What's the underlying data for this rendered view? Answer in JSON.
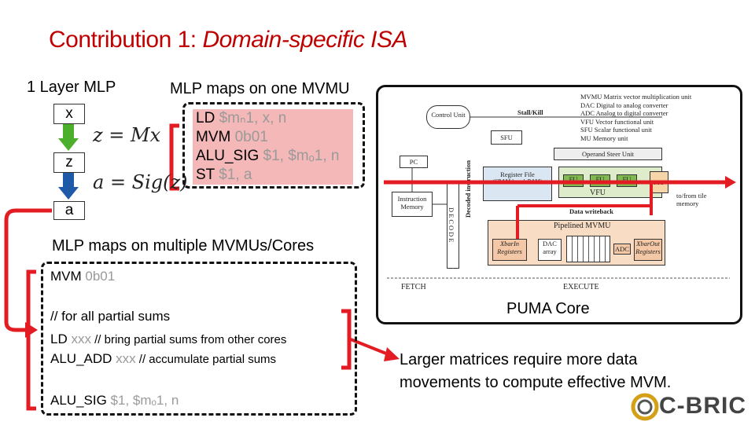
{
  "slide": {
    "title_prefix": "Contribution 1: ",
    "title_italic": "Domain-specific ISA"
  },
  "mlp": {
    "heading": "1 Layer MLP",
    "node_x": "x",
    "node_z": "z",
    "node_a": "a",
    "eq1": "z = Mx",
    "eq2": "a = Sig(z)"
  },
  "one_mvmu": {
    "heading": "MLP maps on one MVMU",
    "lines": [
      {
        "op": "LD ",
        "args": "$mₙ1, x, n"
      },
      {
        "op": "MVM ",
        "args": "0b01"
      },
      {
        "op": "ALU_SIG ",
        "args": "$1, $mₒ1, n"
      },
      {
        "op": "ST ",
        "args": "$1, a"
      }
    ]
  },
  "multi": {
    "heading": "MLP maps on multiple MVMUs/Cores",
    "l1_op": "MVM ",
    "l1_arg": "0b01",
    "comment": "// for all partial sums",
    "l3_op": "LD ",
    "l3_arg": "xxx",
    "l3_comment": " // bring partial sums from other cores",
    "l4_op": "ALU_ADD ",
    "l4_arg": "xxx",
    "l4_comment": " // accumulate partial sums",
    "l5_op": "ALU_SIG ",
    "l5_arg": "$1, $mₒ1, n"
  },
  "core": {
    "caption": "PUMA Core",
    "control": "Control Unit",
    "stall": "Stall/Kill",
    "sfu": "SFU",
    "operand": "Operand Steer Unit",
    "pc": "PC",
    "regfile": "Register File",
    "regfile_sub": "(SRAM-based, RAM)",
    "fu": "FU",
    "mu": "MU",
    "vfu": "VFU",
    "instr_mem": "Instruction Memory",
    "decode": "DECODE",
    "decoded": "Decoded instruction",
    "writeback": "Data writeback",
    "to_from": "to/from tile memory",
    "pipelined": "Pipelined MVMU",
    "xin": "XbarIn Registers",
    "dac": "DAC array",
    "adc": "ADC",
    "xout": "XbarOut Registers",
    "fetch": "FETCH",
    "execute": "EXECUTE",
    "legend": [
      {
        "k": "MVMU",
        "v": "Matrix vector multiplication unit"
      },
      {
        "k": "DAC",
        "v": "Digital to analog converter"
      },
      {
        "k": "ADC",
        "v": "Analog to digital converter"
      },
      {
        "k": "VFU",
        "v": "Vector functional unit"
      },
      {
        "k": "SFU",
        "v": "Scalar functional unit"
      },
      {
        "k": "MU",
        "v": "Memory unit"
      }
    ]
  },
  "note": "Larger matrices require more data movements to compute effective MVM.",
  "logo": "C-BRIC",
  "colors": {
    "title": "#c00000",
    "arrow_red": "#e31b23",
    "arrow_green": "#4caf2c",
    "arrow_blue": "#1f5aa8",
    "code_bg": "#f4b8b8"
  }
}
